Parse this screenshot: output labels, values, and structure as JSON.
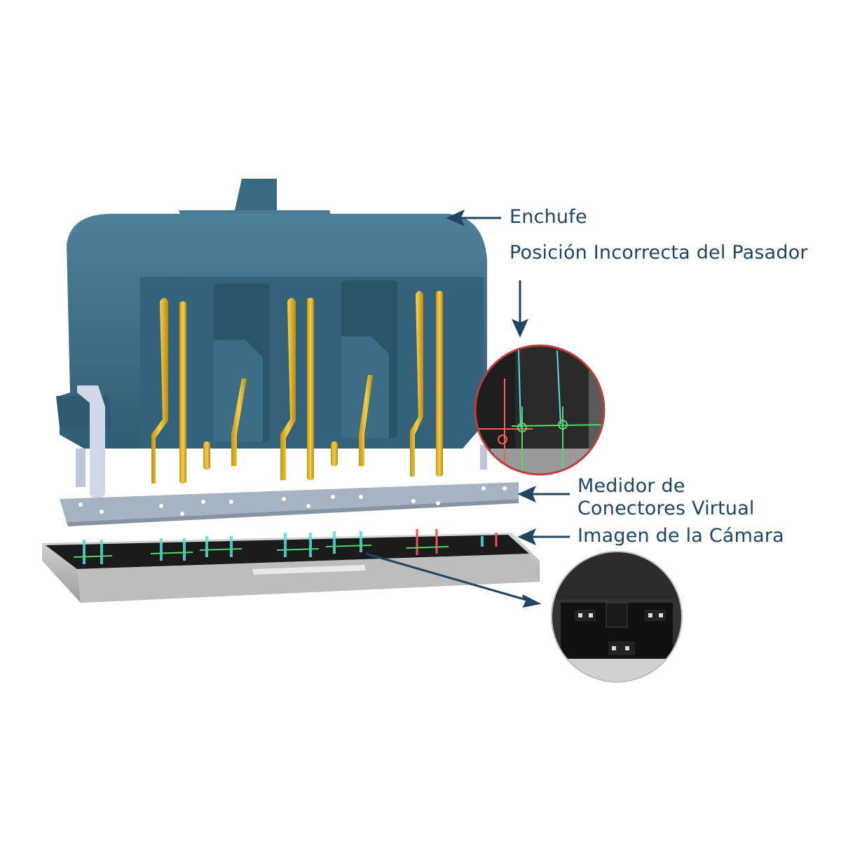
{
  "labels": {
    "plug": "Enchufe",
    "wrong_pin": "Posición Incorrecta del Pasador",
    "gauge_line1": "Medidor de",
    "gauge_line2": "Conectores Virtual",
    "camera": "Imagen de la Cámara"
  },
  "colors": {
    "plug_body": "#3f6f87",
    "plug_dark": "#2b5468",
    "pin_gold": "#e3b62a",
    "label_text": "#1f4560",
    "arrow": "#1f4560",
    "gauge_plate": "#a9b8c6",
    "camera_base": "#c9c9c9",
    "highlight_red": "#d63a3a",
    "highlight_green": "#54d66a",
    "highlight_cyan": "#4fe0e0"
  },
  "icons": {
    "zoom_top": "magnified-wrong-pin-view",
    "zoom_bottom": "magnified-camera-view"
  }
}
